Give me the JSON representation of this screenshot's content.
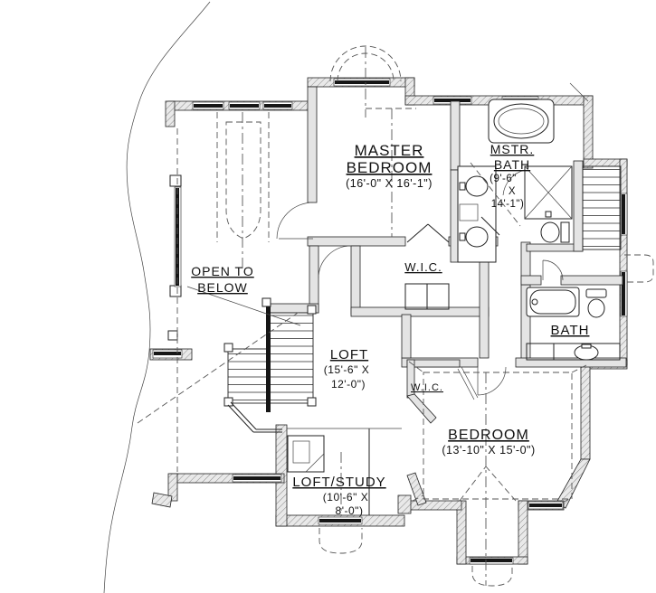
{
  "rooms": {
    "master_bedroom": {
      "line1": "MASTER",
      "line2": "BEDROOM",
      "dims": "(16'-0\" X 16'-1\")"
    },
    "master_bath": {
      "line1": "MSTR.",
      "line2": "BATH",
      "dims1": "(9'-6\"",
      "dims2": "X",
      "dims3": "14'-1\")"
    },
    "open_to_below": {
      "line1": "OPEN TO",
      "line2": "BELOW"
    },
    "wic_main": {
      "label": "W.I.C."
    },
    "bath": {
      "label": "BATH"
    },
    "loft": {
      "label": "LOFT",
      "dims1": "(15'-6\" X",
      "dims2": "12'-0\")"
    },
    "wic_bedroom": {
      "label": "W.I.C."
    },
    "bedroom": {
      "label": "BEDROOM",
      "dims": "(13'-10\" X 15'-0\")"
    },
    "loft_study": {
      "label": "LOFT/STUDY",
      "dims1": "(10'-6\" X",
      "dims2": "8'-0\")"
    }
  },
  "colors": {
    "line": "#222222",
    "wall_fill": "#d8d8d8",
    "background": "#ffffff",
    "window_glass": "#161616"
  }
}
